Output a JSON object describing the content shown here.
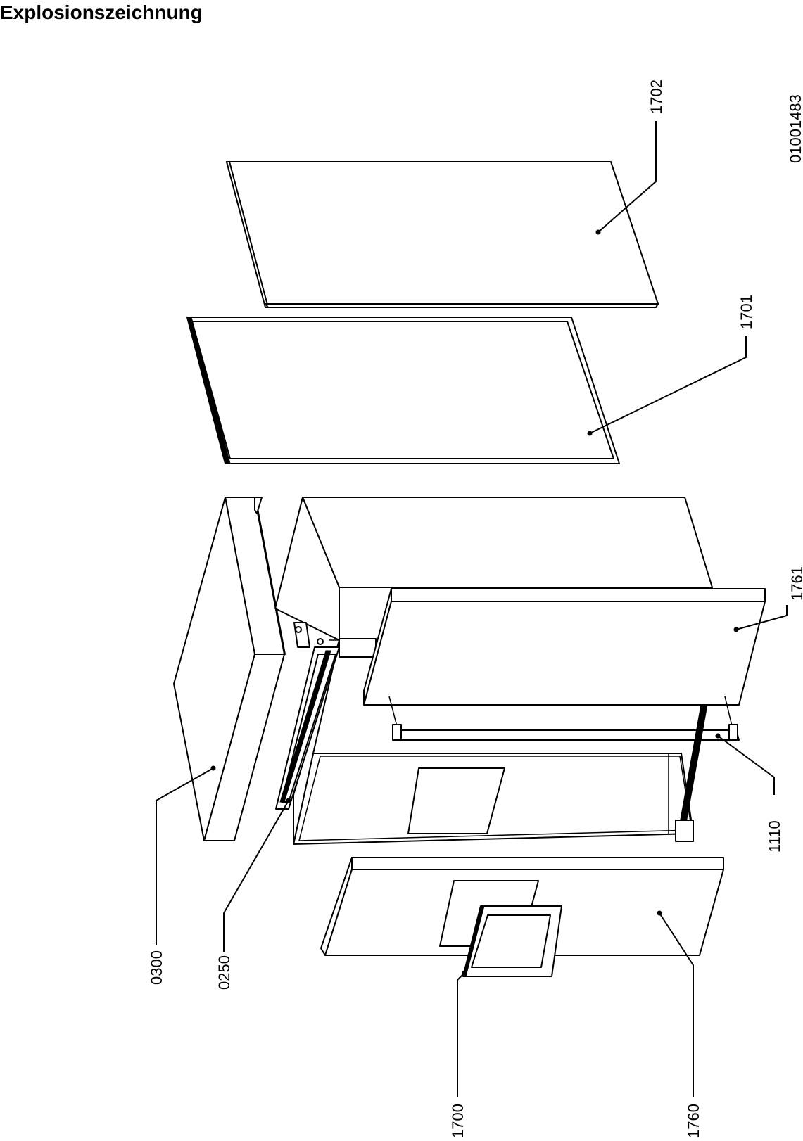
{
  "page": {
    "title": "Explosionszeichnung",
    "drawing_number": "01001483"
  },
  "diagram": {
    "labels": {
      "p1702": "1702",
      "p1701": "1701",
      "p1761": "1761",
      "p1110": "1110",
      "p0300": "0300",
      "p0250": "0250",
      "p1700": "1700",
      "p1760": "1760"
    }
  }
}
